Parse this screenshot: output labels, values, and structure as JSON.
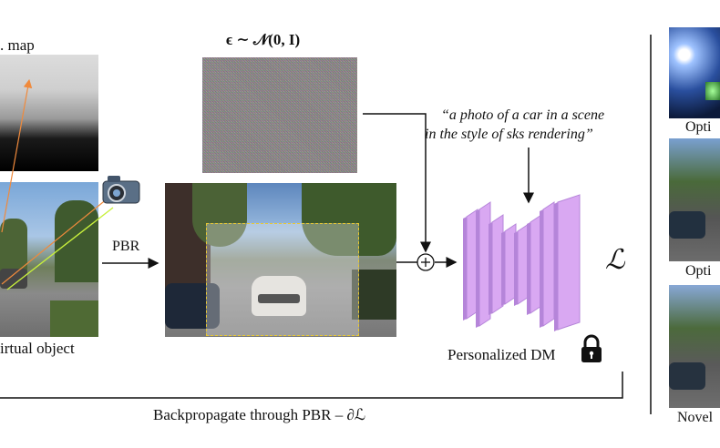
{
  "labels": {
    "map_label": ". map",
    "noise_label": "ϵ ∼ 𝒩(0, I)",
    "prompt_line1": "“a photo of a car in a scene",
    "prompt_line2": "in the style of sks rendering”",
    "pbr_label": "PBR",
    "loss_symbol": "ℒ",
    "virtual_object_label": "irtual object",
    "dm_label": "Personalized DM",
    "backprop_label": "Backpropagate through PBR – ∂ℒ",
    "right_label_1": "Opti",
    "right_label_2": "Opti",
    "right_label_3": "Novel"
  },
  "colors": {
    "unet": "#d9a8f2",
    "unet_dark": "#b585d9",
    "ray_orange": "#f08a3c",
    "ray_green": "#c8f03c",
    "box_yellow": "#e8c832"
  },
  "icons": {
    "camera": "camera-icon",
    "lock": "lock-icon",
    "plus": "plus-circle-icon"
  }
}
